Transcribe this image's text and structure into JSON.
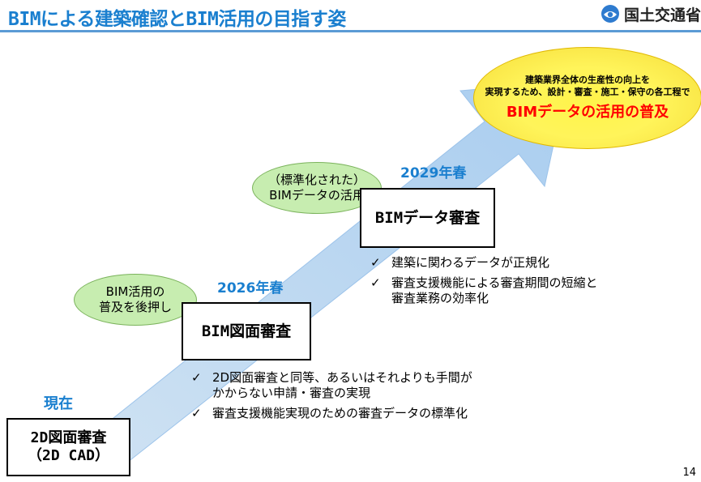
{
  "header": {
    "title": "BIMによる建築確認とBIM活用の目指す姿",
    "ministry_name": "国土交通省",
    "ministry_logo_icon": "ministry-logo-icon",
    "title_color": "#1a7fcf",
    "rule_color": "#5b9bd5"
  },
  "goal": {
    "line1": "建築業界全体の生産性の向上を",
    "line2": "実現するため、設計・審査・施工・保守の各工程で",
    "main": "BIMデータの活用の普及",
    "main_color": "#ff0000",
    "fill_color": "#fff34a"
  },
  "stages": {
    "current": {
      "time_label": "現在",
      "box_line1": "2D図面審査",
      "box_line2": "（2D CAD）"
    },
    "stage2026": {
      "time_label": "2026年春",
      "box_title": "BIM図面審査",
      "bubble_line1": "BIM活用の",
      "bubble_line2": "普及を後押し",
      "bullets": [
        {
          "line1": "2D図面審査と同等、あるいはそれよりも手間が",
          "line2": "かからない申請・審査の実現"
        },
        {
          "line1": "審査支援機能実現のための審査データの標準化",
          "line2": ""
        }
      ]
    },
    "stage2029": {
      "time_label": "2029年春",
      "box_title": "BIMデータ審査",
      "bubble_line1": "（標準化された）",
      "bubble_line2": "BIMデータの活用",
      "bullets": [
        {
          "line1": "建築に関わるデータが正規化",
          "line2": ""
        },
        {
          "line1": "審査支援機能による審査期間の短縮と",
          "line2": "審査業務の効率化"
        }
      ]
    }
  },
  "check_mark": "✓",
  "colors": {
    "arrow_fill": "#bdd7ee",
    "label_blue": "#1a7fcf",
    "bubble_green": "#c7edb0"
  },
  "page_number": "14"
}
